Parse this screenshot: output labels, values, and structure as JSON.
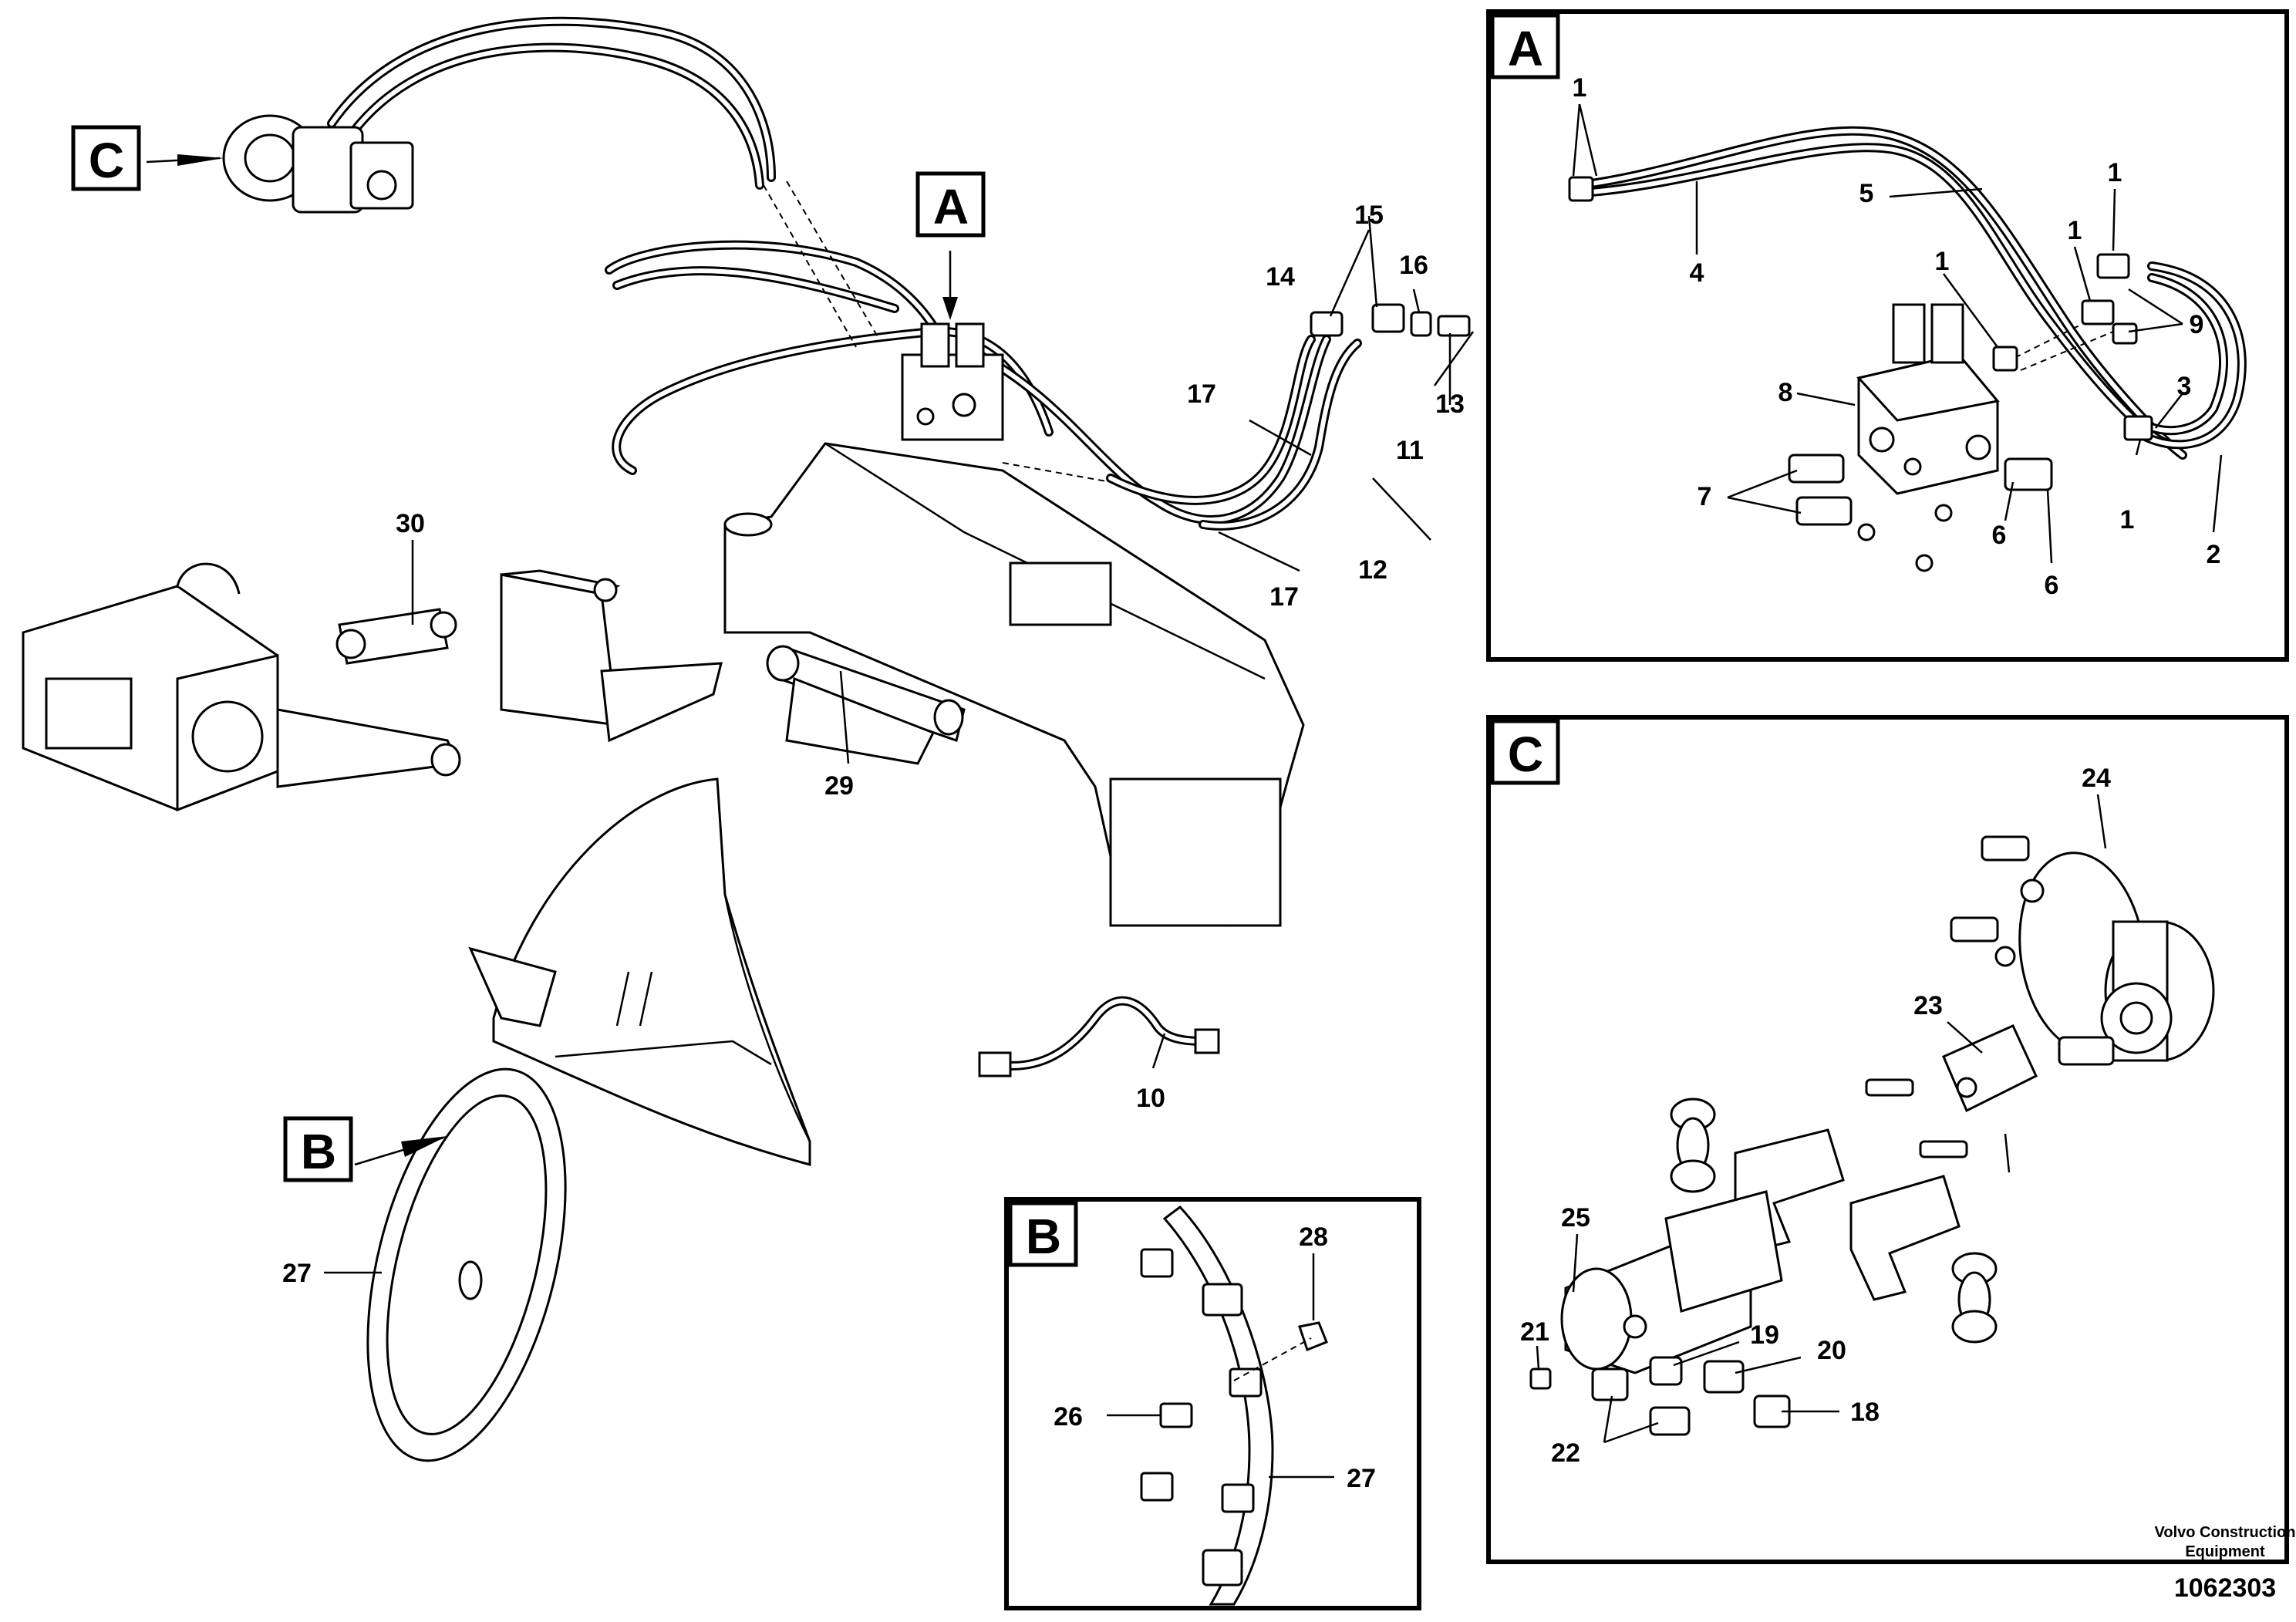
{
  "detail_labels": {
    "A": "A",
    "B": "B",
    "C": "C"
  },
  "main_callouts": {
    "c10": "10",
    "c11": "11",
    "c12": "12",
    "c13": "13",
    "c14": "14",
    "c15": "15",
    "c16": "16",
    "c17a": "17",
    "c17b": "17",
    "c27": "27",
    "c29": "29",
    "c30": "30"
  },
  "panel_a_callouts": {
    "c1a": "1",
    "c1b": "1",
    "c1c": "1",
    "c1d": "1",
    "c1e": "1",
    "c2": "2",
    "c3": "3",
    "c4": "4",
    "c5": "5",
    "c6a": "6",
    "c6b": "6",
    "c7": "7",
    "c8": "8",
    "c9": "9"
  },
  "panel_b_callouts": {
    "c26": "26",
    "c27": "27",
    "c28": "28"
  },
  "panel_c_callouts": {
    "c18": "18",
    "c19": "19",
    "c20": "20",
    "c21": "21",
    "c22": "22",
    "c23": "23",
    "c24": "24",
    "c25": "25"
  },
  "footer": {
    "company_line1": "Volvo Construction",
    "company_line2": "Equipment",
    "drawing_number": "1062303"
  }
}
